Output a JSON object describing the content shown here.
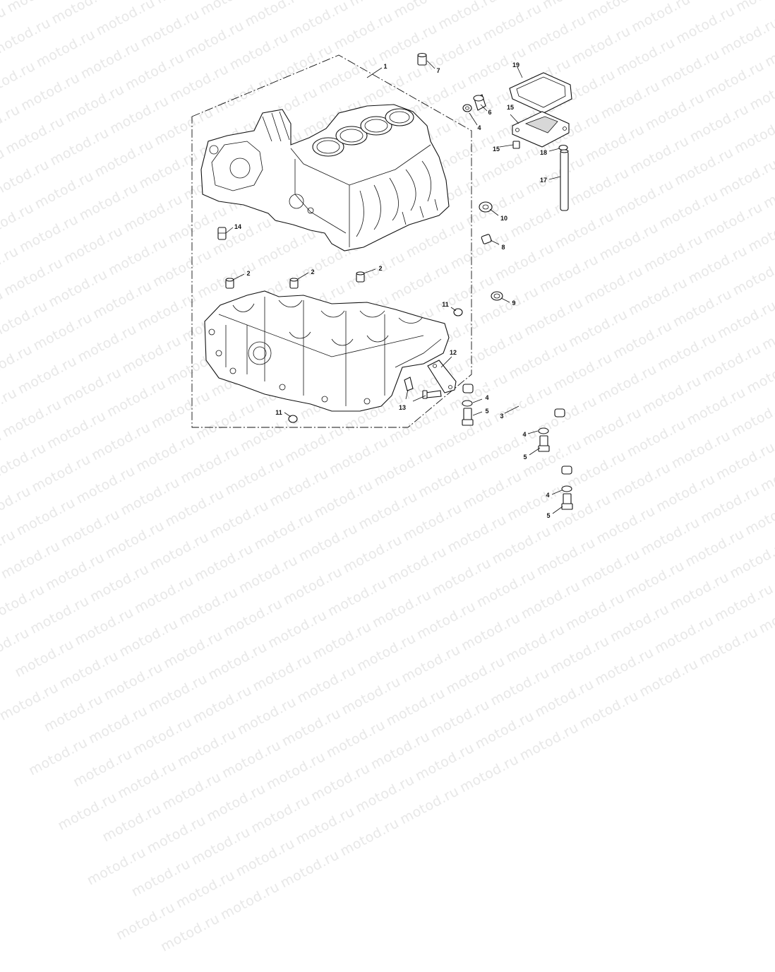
{
  "watermark": {
    "text": "motod.ru",
    "color": "#b9b9b9"
  },
  "callouts": [
    {
      "id": "c1",
      "label": "1"
    },
    {
      "id": "c2a",
      "label": "2"
    },
    {
      "id": "c2b",
      "label": "2"
    },
    {
      "id": "c2c",
      "label": "2"
    },
    {
      "id": "c3",
      "label": "3"
    },
    {
      "id": "c4a",
      "label": "4"
    },
    {
      "id": "c4b",
      "label": "4"
    },
    {
      "id": "c4c",
      "label": "4"
    },
    {
      "id": "c4d",
      "label": "4"
    },
    {
      "id": "c5a",
      "label": "5"
    },
    {
      "id": "c5b",
      "label": "5"
    },
    {
      "id": "c5c",
      "label": "5"
    },
    {
      "id": "c6",
      "label": "6"
    },
    {
      "id": "c7",
      "label": "7"
    },
    {
      "id": "c8",
      "label": "8"
    },
    {
      "id": "c9",
      "label": "9"
    },
    {
      "id": "c10",
      "label": "10"
    },
    {
      "id": "c11a",
      "label": "11"
    },
    {
      "id": "c11b",
      "label": "11"
    },
    {
      "id": "c12",
      "label": "12"
    },
    {
      "id": "c13",
      "label": "13"
    },
    {
      "id": "c14",
      "label": "14"
    },
    {
      "id": "c15a",
      "label": "15"
    },
    {
      "id": "c15b",
      "label": "15"
    },
    {
      "id": "c17",
      "label": "17"
    },
    {
      "id": "c18",
      "label": "18"
    },
    {
      "id": "c19",
      "label": "19"
    }
  ]
}
